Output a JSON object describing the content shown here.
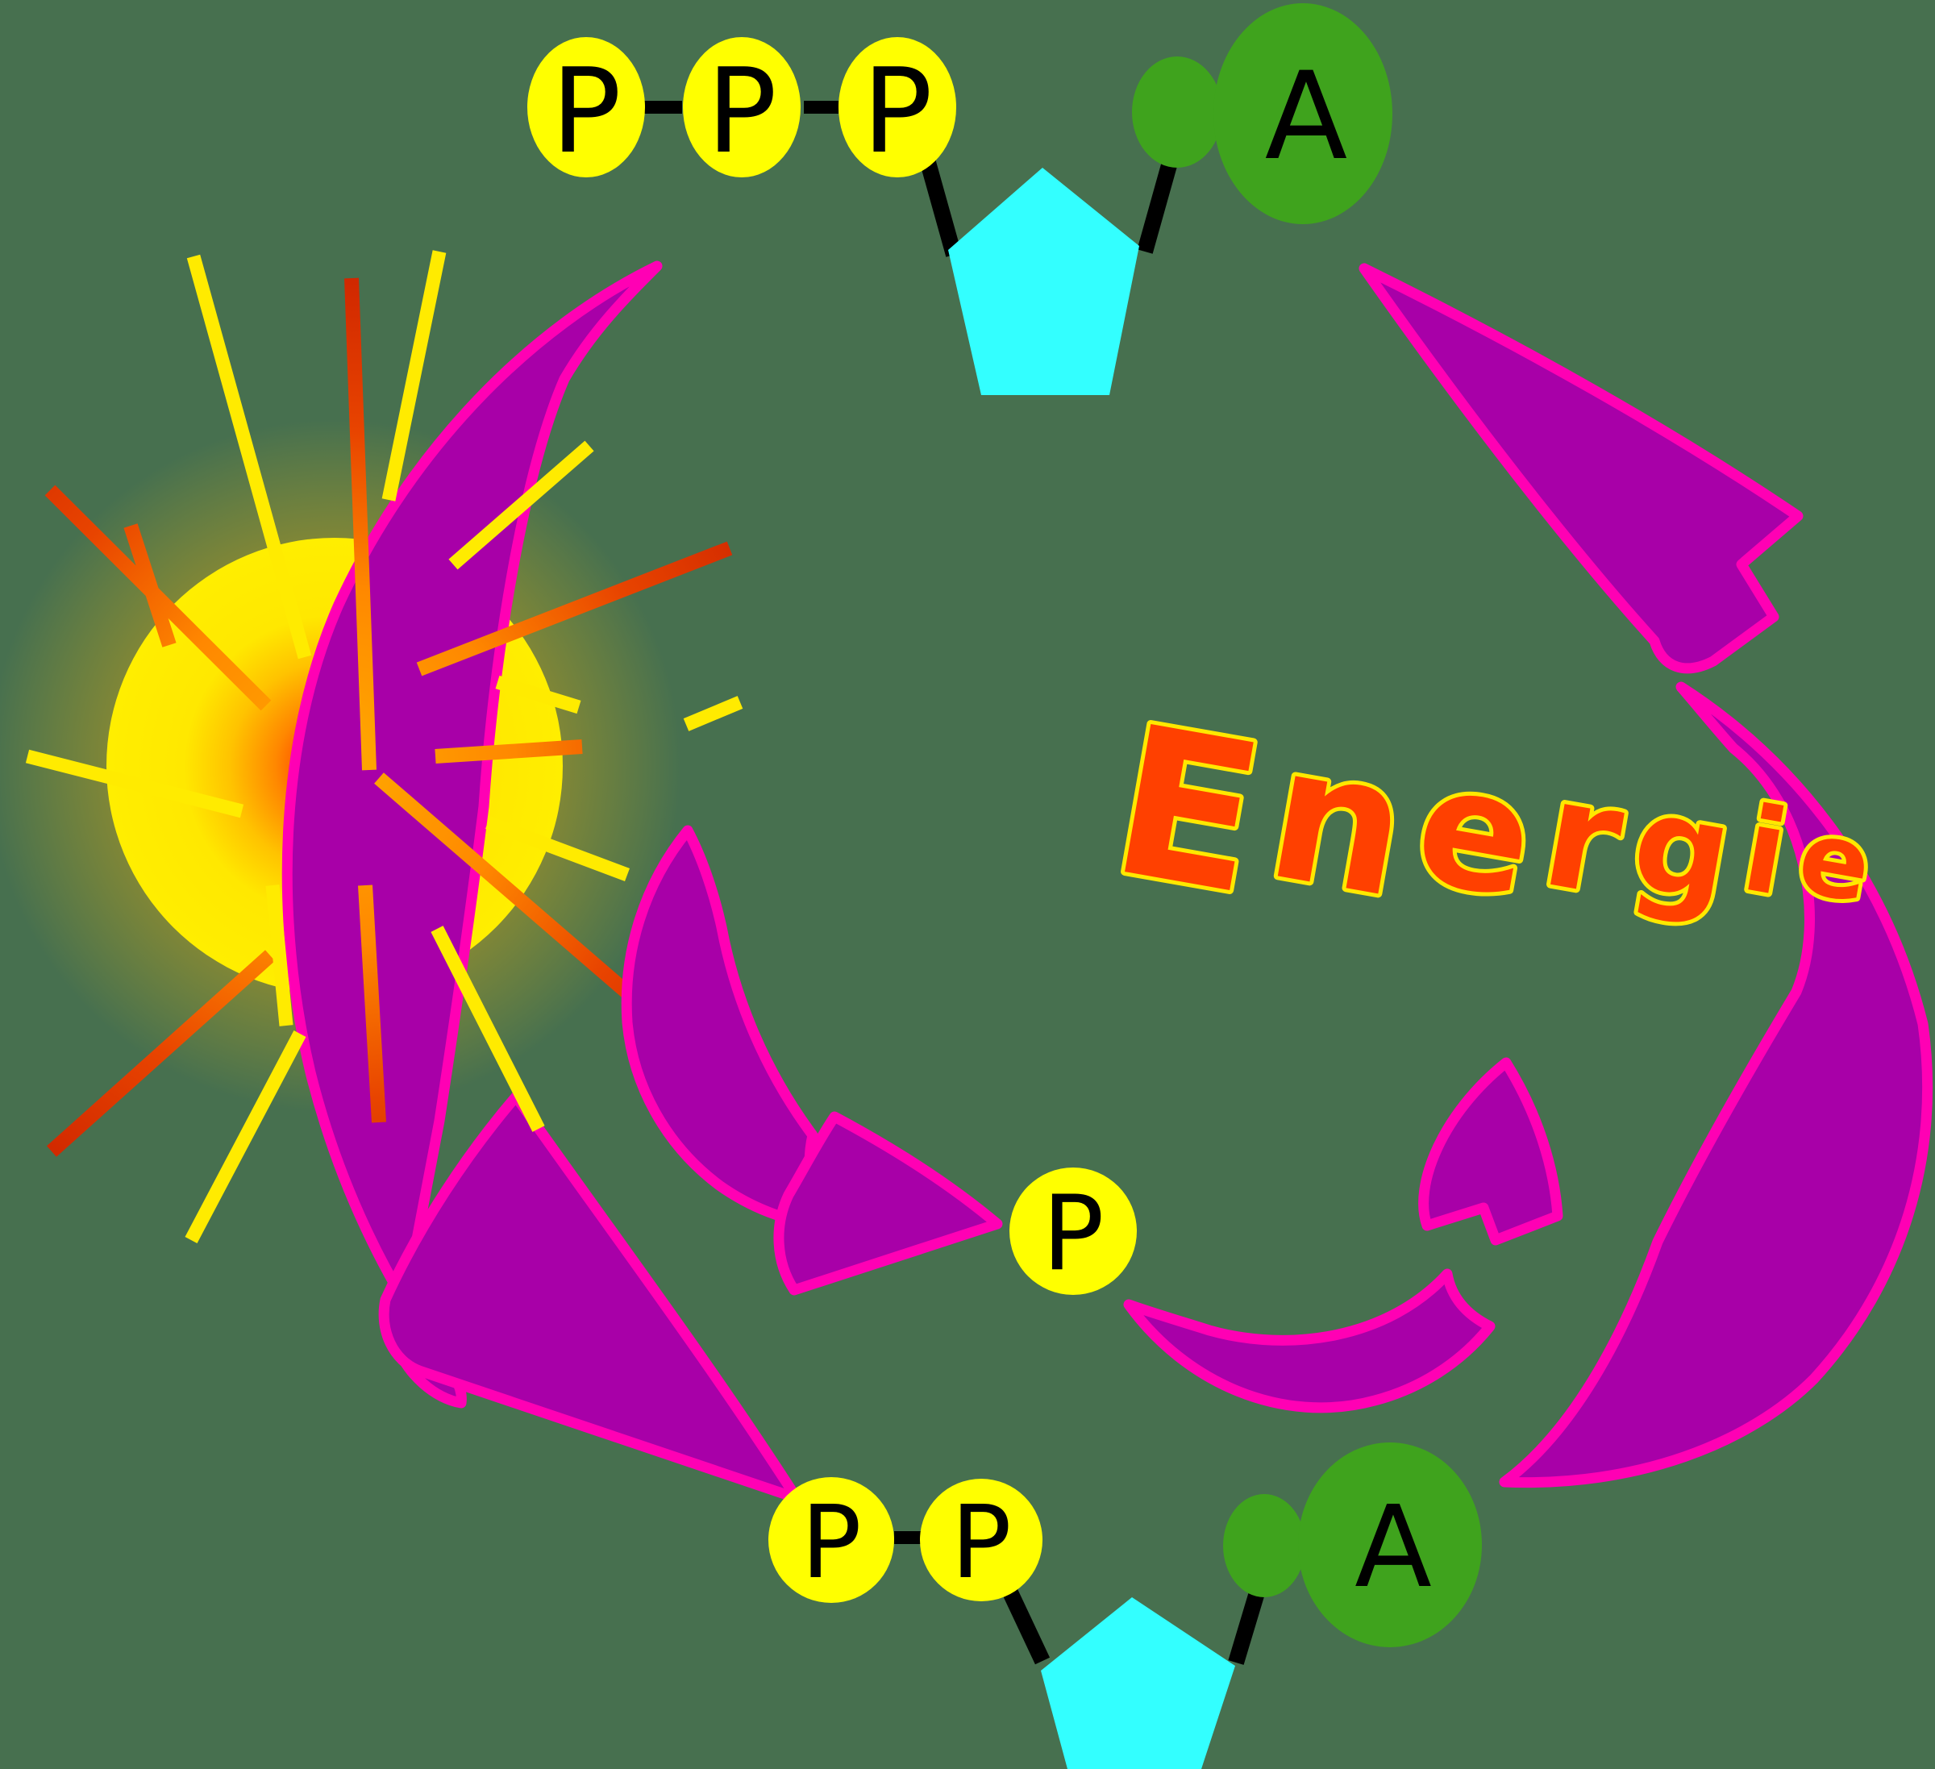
{
  "energie": {
    "word": "Energie",
    "letters": [
      "E",
      "n",
      "e",
      "r",
      "g",
      "i",
      "e"
    ]
  },
  "atp": {
    "p1": "P",
    "p2": "P",
    "p3": "P",
    "adenine": "A"
  },
  "adp": {
    "p1": "P",
    "p2": "P",
    "adenine": "A"
  },
  "free_phosphate": {
    "label": "P"
  },
  "colors": {
    "background": "#47704F",
    "phosphate_yellow": "#FFFF00",
    "adenine_green": "#3FA31D",
    "ribose_cyan": "#33FFFF",
    "arrow_purple": "#A800A8",
    "arrow_outline_magenta": "#FF00B4",
    "energie_fill": "#FF4000",
    "energie_outline": "#FFE800",
    "sun_core_red": "#FF1E00",
    "sun_orange": "#FF8800",
    "sun_yellow": "#FFEE00",
    "ray_red": "#D42B00",
    "ray_yellow": "#FFEB00",
    "bond_black": "#000000"
  }
}
